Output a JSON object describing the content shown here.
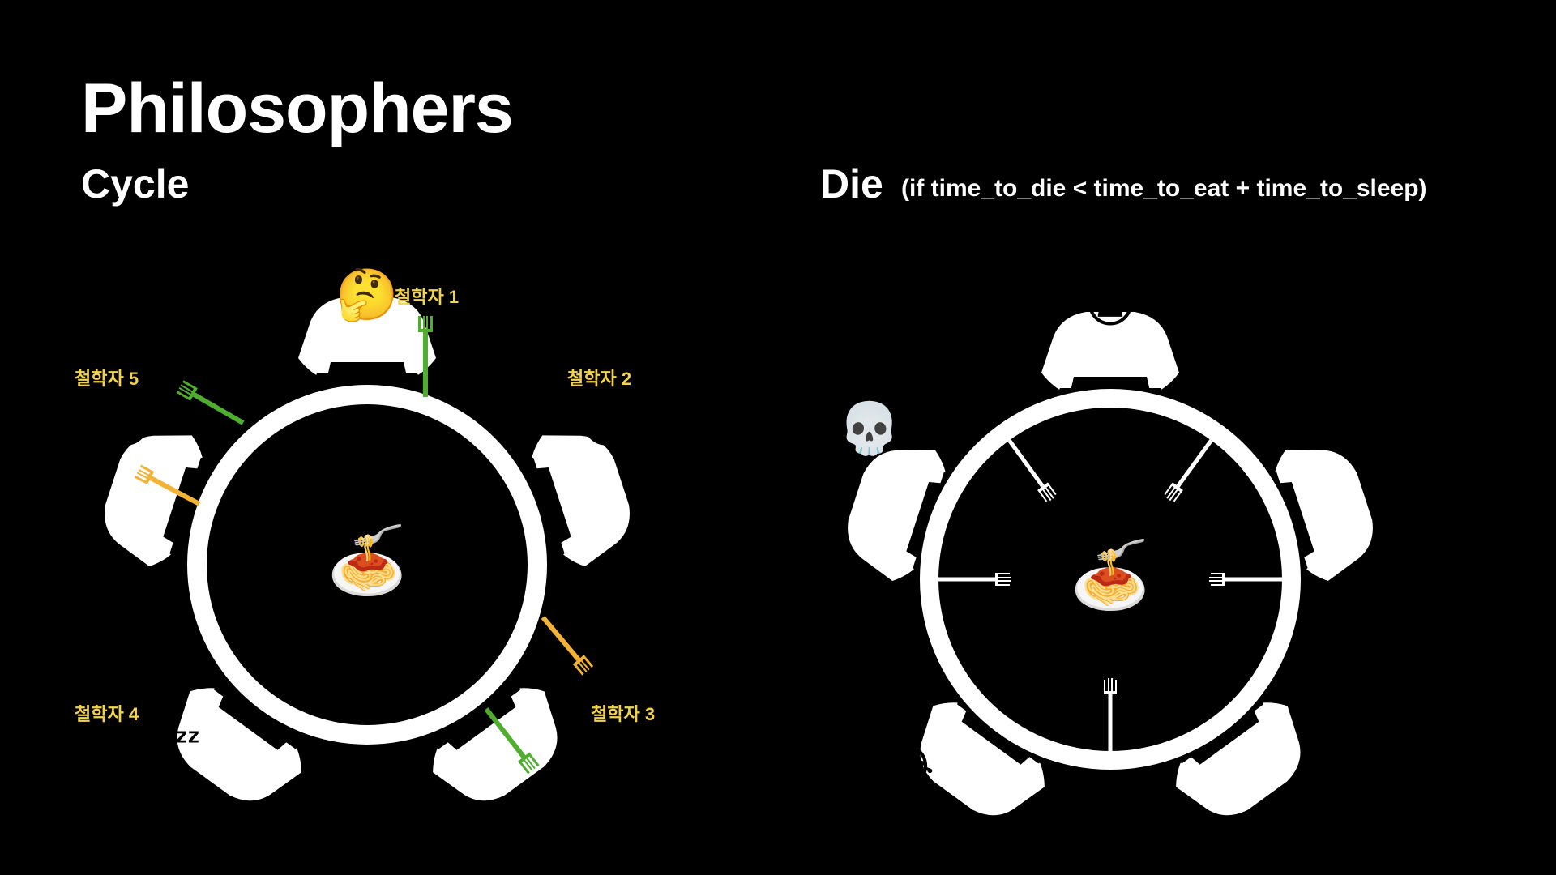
{
  "title": "Philosophers",
  "cycle": {
    "heading": "Cycle",
    "philosophers": [
      {
        "label": "철학자 1",
        "state": "thinking",
        "emoji": "🤔"
      },
      {
        "label": "철학자 2",
        "state": "sleeping",
        "emoji": "😴"
      },
      {
        "label": "철학자 3",
        "state": "eating",
        "emoji": "😋"
      },
      {
        "label": "철학자 4",
        "state": "sleeping",
        "emoji": "😴"
      },
      {
        "label": "철학자 5",
        "state": "eating",
        "emoji": "😋"
      }
    ],
    "center": "🍝"
  },
  "die": {
    "heading": "Die",
    "condition": "(if time_to_die < time_to_eat + time_to_sleep)",
    "philosophers": [
      {
        "state": "crying",
        "emoji": "😭"
      },
      {
        "state": "crying",
        "emoji": "😭"
      },
      {
        "state": "crying",
        "emoji": "😭"
      },
      {
        "state": "crying",
        "emoji": "😭"
      },
      {
        "state": "dead",
        "emoji": "💀"
      }
    ],
    "center": "🍝"
  },
  "colors": {
    "background": "#000000",
    "label": "#f3d34a",
    "fork_holding": "#4fae2e",
    "fork_free": "#f2b233",
    "fork_idle": "#ffffff",
    "table": "#ffffff"
  }
}
